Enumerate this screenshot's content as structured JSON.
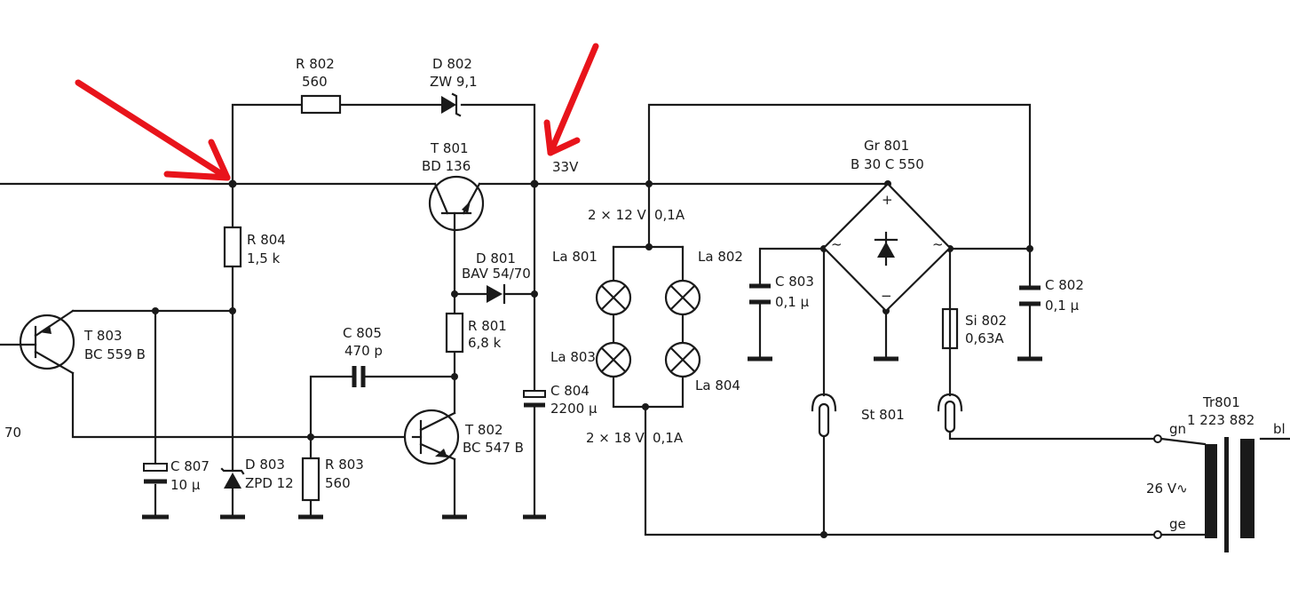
{
  "labels": {
    "r802_ref": "R 802",
    "r802_val": "560",
    "d802_ref": "D 802",
    "d802_val": "ZW 9,1",
    "t801_ref": "T 801",
    "t801_val": "BD 136",
    "volt_33": "33V",
    "r804_ref": "R 804",
    "r804_val": "1,5 k",
    "t803_ref": "T 803",
    "t803_val": "BC 559 B",
    "d801_ref": "D 801",
    "d801_val": "BAV 54/70",
    "r801_ref": "R 801",
    "r801_val": "6,8 k",
    "c805_ref": "C 805",
    "c805_val": "470 p",
    "c804_ref": "C 804",
    "c804_val": "2200 μ",
    "t802_ref": "T 802",
    "t802_val": "BC 547 B",
    "c807_ref": "C 807",
    "c807_val": "10 μ",
    "d803_ref": "D 803",
    "d803_val": "ZPD 12",
    "r803_ref": "R 803",
    "r803_val": "560",
    "left_70": "70",
    "lamp_top_a": "2 × 12 V",
    "lamp_top_b": "0,1A",
    "la801": "La 801",
    "la802": "La 802",
    "la803": "La 803",
    "la804": "La 804",
    "lamp_bot_a": "2 × 18 V",
    "lamp_bot_b": "0,1A",
    "gr801_ref": "Gr 801",
    "gr801_val": "B 30 C 550",
    "gr_plus": "+",
    "gr_minus": "−",
    "gr_ac_left": "~",
    "gr_ac_right": "~",
    "c803_ref": "C 803",
    "c803_val": "0,1 μ",
    "c802_ref": "C 802",
    "c802_val": "0,1 μ",
    "si802_ref": "Si 802",
    "si802_val": "0,63A",
    "st801": "St 801",
    "tr801_ref": "Tr801",
    "tr801_val": "1 223 882",
    "tr_gn": "gn",
    "tr_bl": "bl",
    "tr_ge": "ge",
    "tr_volt": "26 V∿"
  }
}
